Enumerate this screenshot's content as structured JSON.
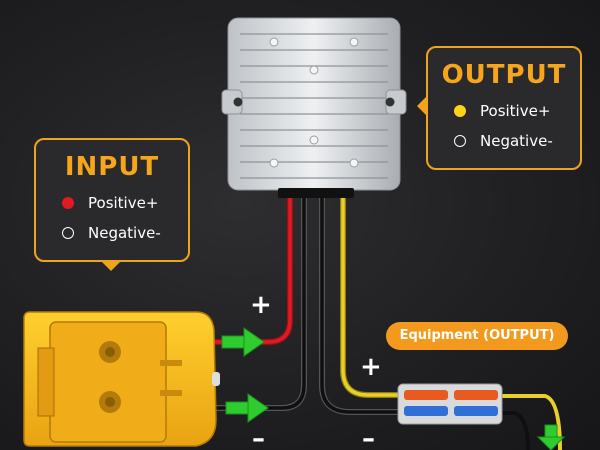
{
  "input_callout": {
    "title": "INPUT",
    "items": [
      {
        "label": "Positive+",
        "color": "#e01a22"
      },
      {
        "label": "Negative-",
        "color": "#ffffff"
      }
    ]
  },
  "output_callout": {
    "title": "OUTPUT",
    "items": [
      {
        "label": "Positive+",
        "color": "#ffd21a"
      },
      {
        "label": "Negative-",
        "color": "#ffffff"
      }
    ]
  },
  "equipment_label": "Equipment (OUTPUT)",
  "signs": {
    "input_plus": "+",
    "input_minus": "–",
    "output_plus": "+",
    "output_minus": "–"
  },
  "colors": {
    "accent": "#f0a31c",
    "wire_positive_input": "#e01a22",
    "wire_positive_output": "#e8cf2a",
    "wire_negative": "#111111",
    "arrow": "#2ecc2e",
    "battery": "#f6b81c"
  },
  "components": [
    "dc-dc-converter",
    "battery-adapter",
    "wire-connector"
  ]
}
